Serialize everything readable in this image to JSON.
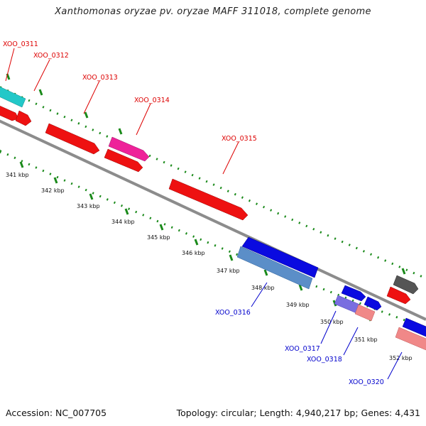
{
  "title": "Xanthomonas oryzae pv. oryzae MAFF 311018, complete genome",
  "footer": {
    "accession": "Accession: NC_007705",
    "summary": "Topology: circular; Length: 4,940,217 bp; Genes: 4,431"
  },
  "colors": {
    "backbone": "#8c8c8c",
    "tick": "#1a8a1a",
    "label_red": "#dd0000",
    "label_blue": "#0000cc"
  },
  "scale_labels": [
    "341 kbp",
    "342 kbp",
    "343 kbp",
    "344 kbp",
    "345 kbp",
    "346 kbp",
    "347 kbp",
    "348 kbp",
    "349 kbp",
    "350 kbp",
    "351 kbp",
    "352 kbp"
  ],
  "genes": [
    {
      "label": "XOO_0311",
      "color": "#22c8c8",
      "track": "outer-forward"
    },
    {
      "label": "XOO_0312",
      "color": "#ee1111",
      "track": "inner-forward"
    },
    {
      "label": "XOO_0313",
      "color": "#ee1111",
      "track": "inner-forward"
    },
    {
      "label": "XOO_0314",
      "color": "#ee2299",
      "track": "outer-forward"
    },
    {
      "label": "XOO_0315",
      "color": "#ee1111",
      "track": "inner-forward"
    },
    {
      "label": "XOO_0316",
      "color": "#5b8ec8",
      "track": "inner-reverse"
    },
    {
      "label": "XOO_0317",
      "color": "#7a6ee0",
      "track": "inner-reverse"
    },
    {
      "label": "XOO_0318",
      "color": "#f08888",
      "track": "inner-reverse"
    },
    {
      "label": "XOO_0320",
      "color": "#f08888",
      "track": "inner-reverse"
    }
  ]
}
